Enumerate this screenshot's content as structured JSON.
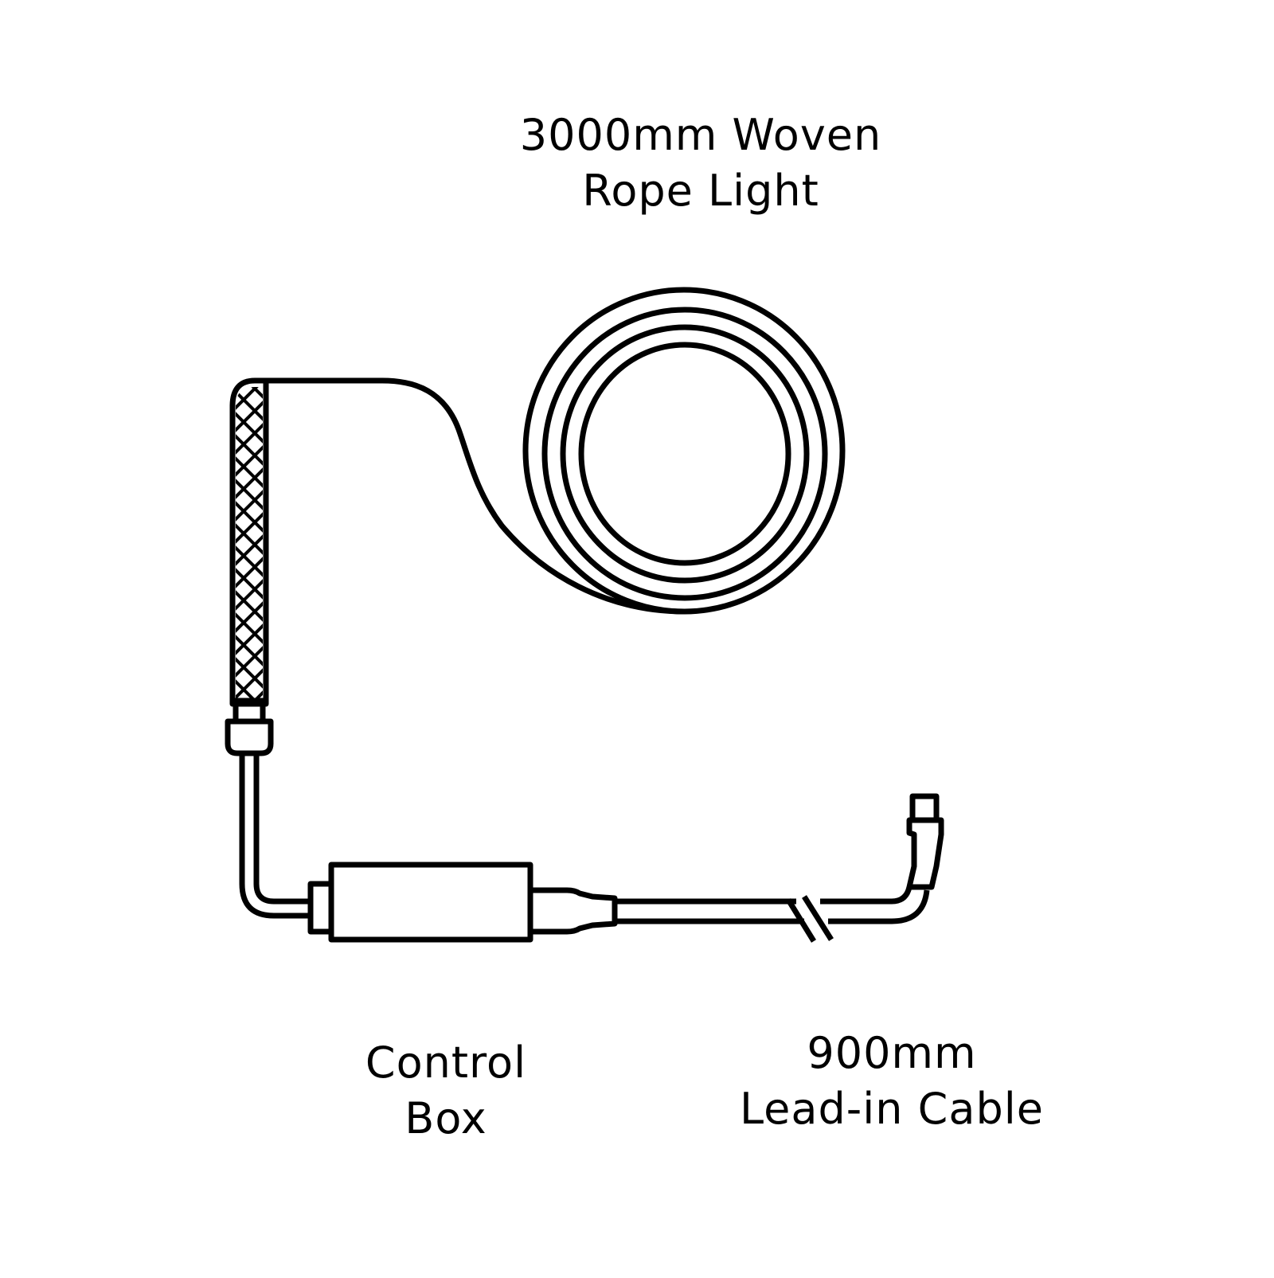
{
  "diagram": {
    "title": "Woven Rope Light kit overview",
    "labels": {
      "rope_light": {
        "line1": "3000mm Woven",
        "line2": "Rope Light"
      },
      "control_box": {
        "line1": "Control",
        "line2": "Box"
      },
      "lead_in_cable": {
        "line1": "900mm",
        "line2": "Lead-in Cable"
      }
    },
    "components": [
      {
        "id": "rope-light-coil",
        "name": "Woven Rope Light",
        "length_mm": 3000,
        "coil_turns": 4
      },
      {
        "id": "woven-sleeve",
        "name": "Woven rope section (cross-hatched)"
      },
      {
        "id": "end-connector",
        "name": "Rope end connector"
      },
      {
        "id": "control-box",
        "name": "Control Box"
      },
      {
        "id": "lead-in-cable",
        "name": "Lead-in Cable",
        "length_mm": 900,
        "has_break_marks": true
      },
      {
        "id": "usb-plug",
        "name": "USB plug"
      }
    ],
    "colors": {
      "stroke": "#000000",
      "background": "#ffffff"
    }
  }
}
